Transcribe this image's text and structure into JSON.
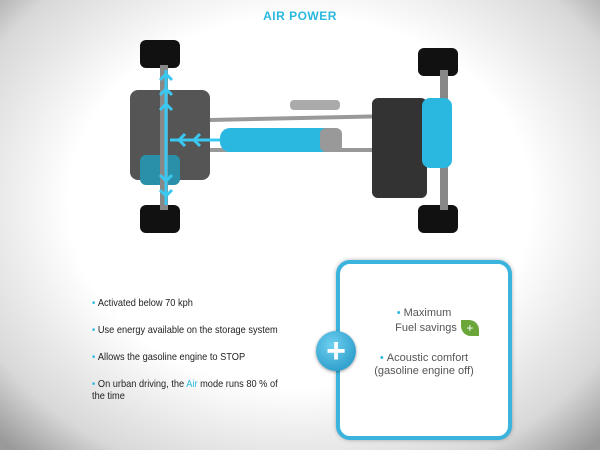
{
  "title": "AIR POWER",
  "bullets": [
    {
      "text": "Activated below 70 kph"
    },
    {
      "text": "Use energy available on the storage system"
    },
    {
      "text": "Allows the gasoline engine to STOP"
    },
    {
      "pre": "On urban driving, the ",
      "highlight": "Air",
      "post": " mode runs 80 % of the time"
    }
  ],
  "benefits": {
    "item1_line1": "Maximum",
    "item1_line2": "Fuel savings",
    "item2_line1": "Acoustic comfort",
    "item2_line2": "(gasoline engine off)",
    "plus_symbol": "+",
    "leaf_symbol": "+"
  },
  "colors": {
    "accent": "#2bb8e0",
    "leaf": "#6aa63a"
  }
}
